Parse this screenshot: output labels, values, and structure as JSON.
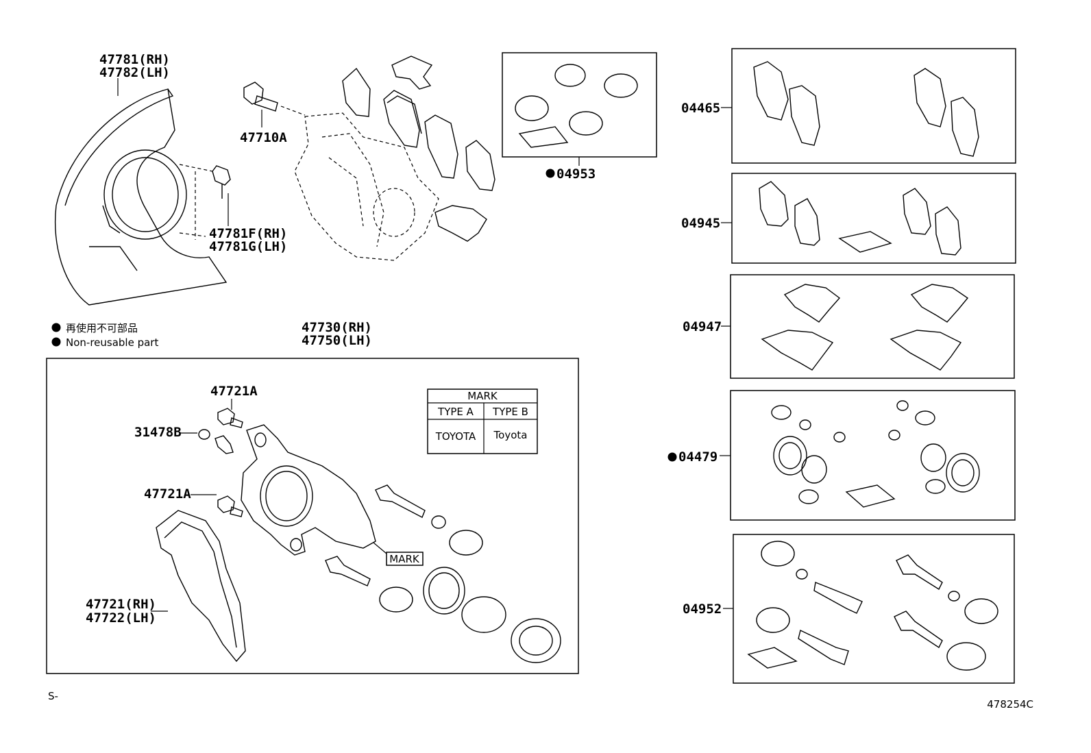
{
  "labels": {
    "shield_rh": "47781(RH)",
    "shield_lh": "47782(LH)",
    "bolt_47710a": "47710A",
    "bolt_rh": "47781F(RH)",
    "bolt_lh": "47781G(LH)",
    "kit_04953": "04953",
    "caliper_rh": "47730(RH)",
    "caliper_lh": "47750(LH)",
    "bolt_47721a_top": "47721A",
    "bleeder_31478b": "31478B",
    "bolt_47721a_mid": "47721A",
    "mount_rh": "47721(RH)",
    "mount_lh": "47722(LH)",
    "kit_04465": "04465",
    "kit_04945": "04945",
    "kit_04947": "04947",
    "kit_04479": "04479",
    "kit_04952": "04952",
    "mark_callout": "MARK",
    "section_prefix": "S-",
    "diagram_id": "478254C"
  },
  "legend": {
    "jp": "再使用不可部品",
    "en": "Non-reusable part"
  },
  "mark_table": {
    "header": "MARK",
    "col_a": "TYPE A",
    "col_b": "TYPE B",
    "val_a": "TOYOTA",
    "val_b": "Toyota"
  }
}
